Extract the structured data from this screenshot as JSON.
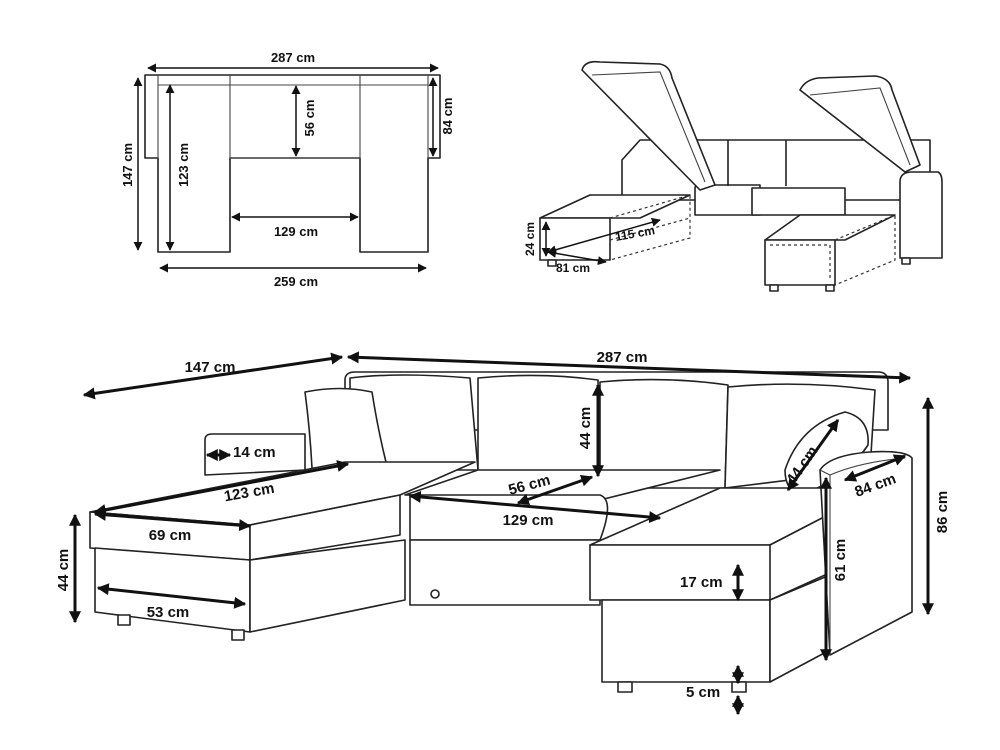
{
  "plan_view": {
    "width_total": "287 cm",
    "depth_total": "147 cm",
    "chaise_depth": "123 cm",
    "seat_depth": "56 cm",
    "back_depth": "84 cm",
    "inner_width": "129 cm",
    "base_width": "259 cm"
  },
  "storage_view": {
    "storage_height": "24 cm",
    "storage_length": "115 cm",
    "storage_width": "81 cm"
  },
  "main_view": {
    "chaise_length": "147 cm",
    "width_total": "287 cm",
    "arm_width": "14 cm",
    "chaise_seat_length": "123 cm",
    "chaise_seat_width": "69 cm",
    "seat_height": "44 cm",
    "chaise_inner_width": "53 cm",
    "seat_depth": "56 cm",
    "center_width": "129 cm",
    "back_height": "44 cm",
    "pillow_size": "44 cm",
    "arm_depth": "84 cm",
    "total_height": "86 cm",
    "arm_height": "61 cm",
    "cushion_thickness": "17 cm",
    "leg_height": "5 cm"
  }
}
